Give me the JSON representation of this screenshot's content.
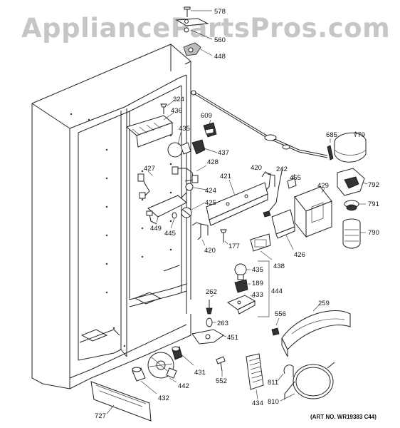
{
  "watermark": "AppliancePartsPros.com",
  "art_number": "(ART NO. WR19383 C44)",
  "parts": [
    {
      "id": "578",
      "label": "578"
    },
    {
      "id": "560",
      "label": "560"
    },
    {
      "id": "448",
      "label": "448"
    },
    {
      "id": "324",
      "label": "324"
    },
    {
      "id": "436",
      "label": "436"
    },
    {
      "id": "609",
      "label": "609"
    },
    {
      "id": "435a",
      "label": "435"
    },
    {
      "id": "437",
      "label": "437"
    },
    {
      "id": "685",
      "label": "685"
    },
    {
      "id": "779",
      "label": "779"
    },
    {
      "id": "427",
      "label": "427"
    },
    {
      "id": "428",
      "label": "428"
    },
    {
      "id": "421",
      "label": "421"
    },
    {
      "id": "420a",
      "label": "420"
    },
    {
      "id": "242",
      "label": "242"
    },
    {
      "id": "455",
      "label": "455"
    },
    {
      "id": "429",
      "label": "429"
    },
    {
      "id": "792",
      "label": "792"
    },
    {
      "id": "424",
      "label": "424"
    },
    {
      "id": "425",
      "label": "425"
    },
    {
      "id": "791",
      "label": "791"
    },
    {
      "id": "449",
      "label": "449"
    },
    {
      "id": "445",
      "label": "445"
    },
    {
      "id": "790",
      "label": "790"
    },
    {
      "id": "420b",
      "label": "420"
    },
    {
      "id": "177",
      "label": "177"
    },
    {
      "id": "426",
      "label": "426"
    },
    {
      "id": "438",
      "label": "438"
    },
    {
      "id": "435b",
      "label": "435"
    },
    {
      "id": "189",
      "label": "189"
    },
    {
      "id": "444",
      "label": "444"
    },
    {
      "id": "433",
      "label": "433"
    },
    {
      "id": "262",
      "label": "262"
    },
    {
      "id": "263",
      "label": "263"
    },
    {
      "id": "556",
      "label": "556"
    },
    {
      "id": "259",
      "label": "259"
    },
    {
      "id": "451",
      "label": "451"
    },
    {
      "id": "431",
      "label": "431"
    },
    {
      "id": "552",
      "label": "552"
    },
    {
      "id": "442",
      "label": "442"
    },
    {
      "id": "432",
      "label": "432"
    },
    {
      "id": "434",
      "label": "434"
    },
    {
      "id": "811",
      "label": "811"
    },
    {
      "id": "810",
      "label": "810"
    },
    {
      "id": "727",
      "label": "727"
    }
  ]
}
